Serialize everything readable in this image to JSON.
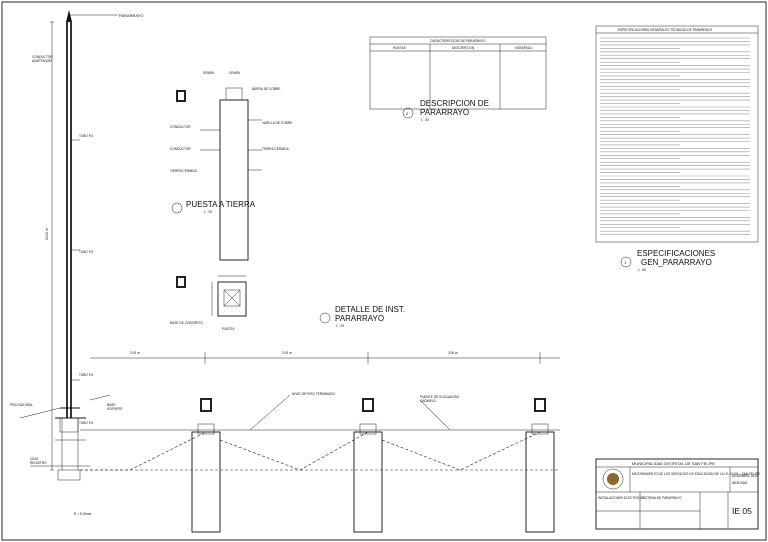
{
  "titles": {
    "descripcion": "DESCRIPCION DE\nPARARRAYO",
    "descripcion_num": "2",
    "descripcion_scale": "1 : 50",
    "puesta_tierra": "PUESTA A TIERRA",
    "puesta_scale": "1 : 25",
    "detalle": "DETALLE DE INST.\nPARARRAYO",
    "detalle_scale": "1 : 25",
    "especificaciones": "ESPECIFICACIONES\nGEN_PARARRAYO",
    "esp_num": "1",
    "esp_scale": "1 : 50"
  },
  "char_table": {
    "title": "CARACTERISTICAS DE PARARRAYO",
    "headers": [
      "PUNTAS",
      "DESCRIPCION",
      "OBSERVAC."
    ]
  },
  "spec_box": {
    "title": "ESPECIFICACIONES GENERALES TECNICAS DE PARARRAYO"
  },
  "labels": {
    "pararrayo_top": "PARARRAYO",
    "conductor": "CONDUCTOR\nADAPTADOR",
    "tubo_fo": "TUBO FG",
    "tubo_fo2": "TUBO FG",
    "tubo_fg3": "TUBO FG",
    "tubo_fg4": "TUBO FG",
    "piso": "PISO NATURAL",
    "base": "BASE\nSOPORTE",
    "caja": "CAJA\nREGISTRO",
    "nivel": "NIVEL DE PISO TERMINADO",
    "puente": "PUENTE DE SOLDADURA\nCADWELD",
    "tapa": "BASE DE CONCRETO",
    "puesta": "PUESTA",
    "dims": [
      "3.00 m",
      "3.00 m",
      "3.00 m"
    ],
    "vertical": "12.00 m",
    "bottom_note": "R = 5 Ohms"
  },
  "titleblock": {
    "org": "MUNICIPALIDAD DISTRITAL DE SAN FELIPE",
    "project": "MEJORAMIENTO DE LOS SERVICIOS DE EDUCACION DE LA I.E. N 001 - SAN FELIPE",
    "sheet_code": "IE 05",
    "date": "DICIEMBRE 2022",
    "scale": "INDICADA",
    "specialty": "INSTALACIONES ELECTRICAS",
    "drawing": "SISTEMA DE PARARRAYO"
  }
}
